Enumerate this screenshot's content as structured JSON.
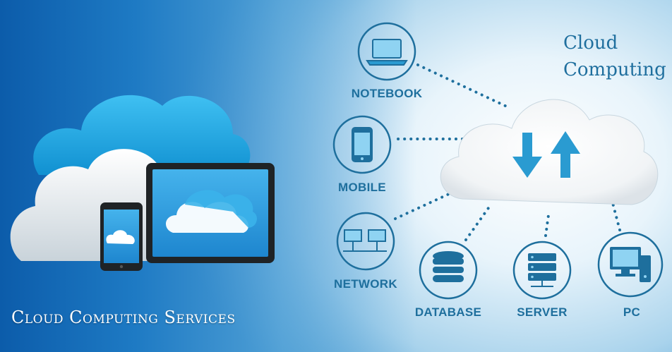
{
  "caption": "Cloud Computing Services",
  "brand": {
    "line1": "Cloud",
    "line2": "Computing"
  },
  "nodes": [
    {
      "label": "NOTEBOOK",
      "icon": "laptop-icon"
    },
    {
      "label": "MOBILE",
      "icon": "smartphone-icon"
    },
    {
      "label": "NETWORK",
      "icon": "network-icon"
    },
    {
      "label": "DATABASE",
      "icon": "database-icon"
    },
    {
      "label": "SERVER",
      "icon": "server-icon"
    },
    {
      "label": "PC",
      "icon": "desktop-pc-icon"
    }
  ],
  "colors": {
    "accent": "#1e6f9d",
    "icon_fill": "#2a9bd1",
    "background_left": "#0f67b3",
    "background_right": "#eef7fc"
  }
}
